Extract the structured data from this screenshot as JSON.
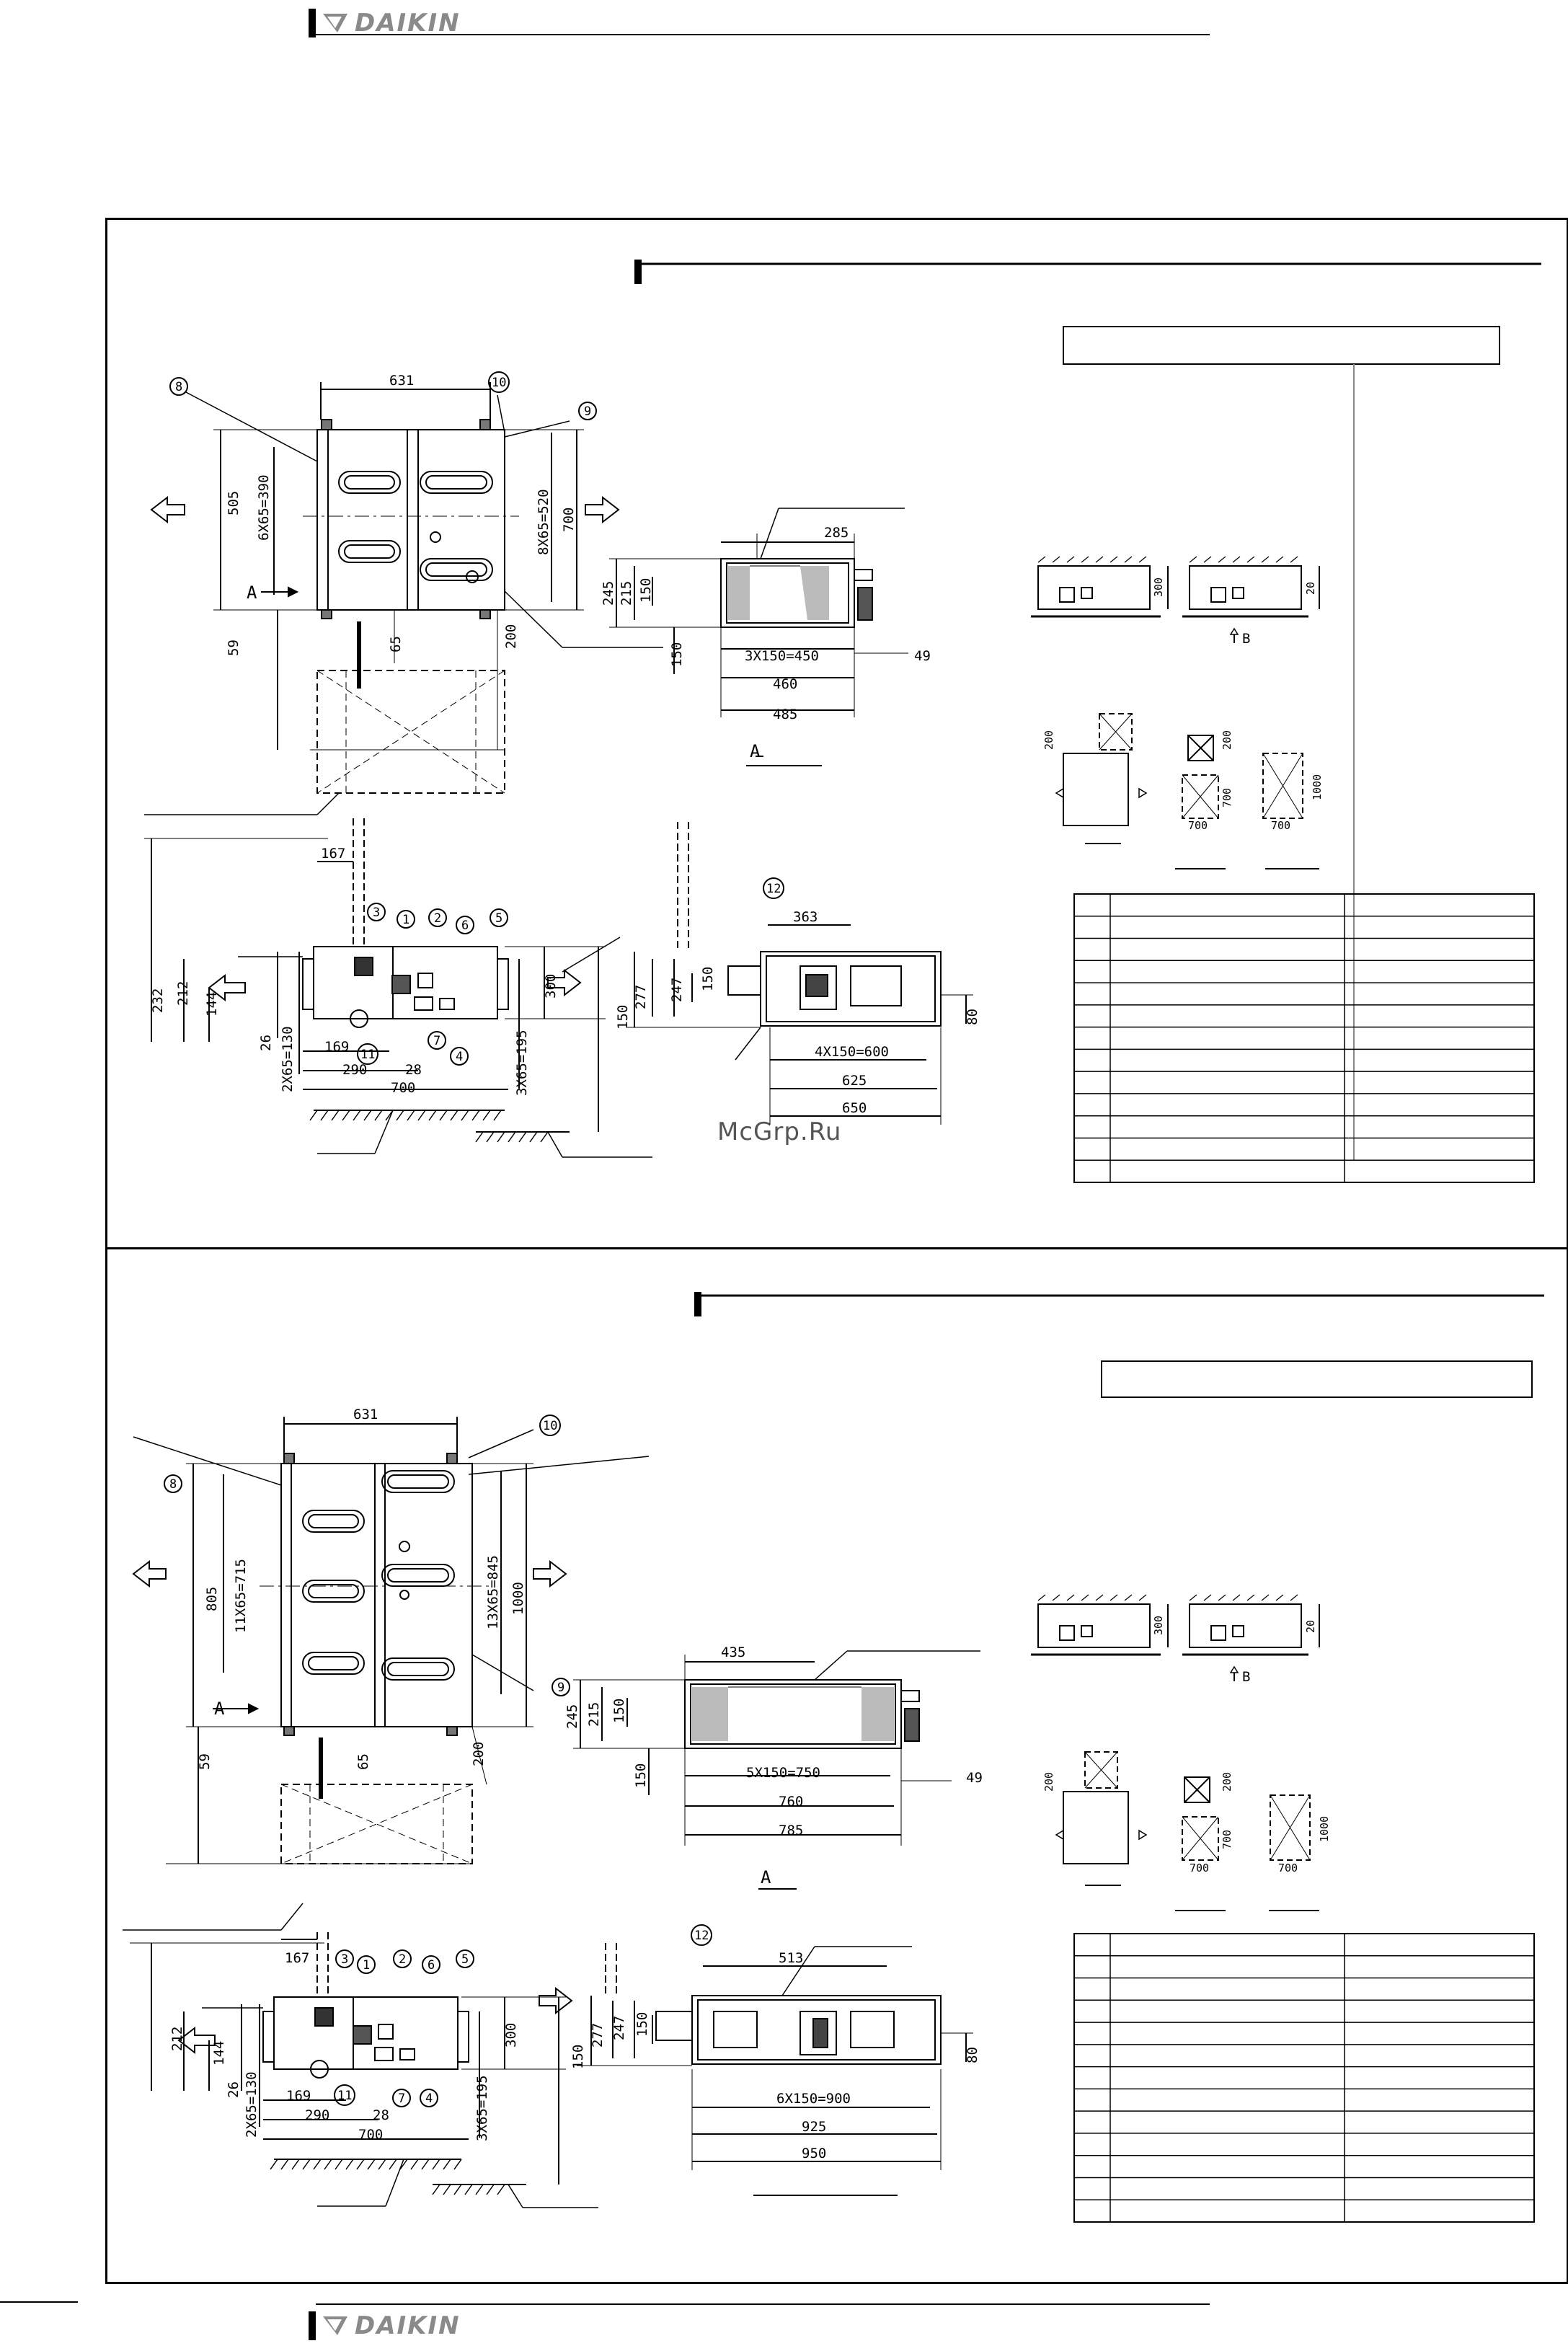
{
  "header": {
    "brand": "DAIKIN",
    "logo_icon": "daikin-logo-icon"
  },
  "footer": {
    "brand": "DAIKIN",
    "logo_icon": "daikin-logo-icon"
  },
  "watermark": "McGrp.Ru",
  "drawing_top": {
    "plan": {
      "width": "631",
      "h1": "505",
      "h1_holes": "6X65=390",
      "h2_holes": "8X65=520",
      "h2": "700",
      "d59": "59",
      "d65": "65",
      "d200": "200",
      "view": "A"
    },
    "front": {
      "d285": "285",
      "d245": "245",
      "d215": "215",
      "d150": "150",
      "d150b": "150",
      "pitch": "3X150=450",
      "d460": "460",
      "d485": "485",
      "d49": "49",
      "view": "A"
    },
    "side": {
      "d167": "167",
      "d232": "232",
      "d212": "212",
      "d144": "144",
      "d26": "26",
      "holes_l": "2X65=130",
      "d169": "169",
      "d290": "290",
      "d28": "28",
      "d700": "700",
      "holes_r": "3X65=195",
      "d300": "300"
    },
    "rear": {
      "d363": "363",
      "d277": "277",
      "d247": "247",
      "d150a": "150",
      "d150b": "150",
      "pitch": "4X150=600",
      "d625": "625",
      "d650": "650",
      "d80": "80"
    },
    "bubbles": [
      "1",
      "2",
      "3",
      "4",
      "5",
      "6",
      "7",
      "8",
      "9",
      "10",
      "11",
      "12"
    ],
    "install": {
      "d300": "300",
      "d20": "20",
      "d200": "200",
      "d700a": "700",
      "d700b": "700",
      "d700c": "700",
      "d1000": "1000",
      "view_b": "B",
      "d200b": "200"
    },
    "table_rows": 12
  },
  "drawing_bottom": {
    "plan": {
      "width": "631",
      "h1": "805",
      "h1_holes": "11X65=715",
      "h2_holes": "13X65=845",
      "h2": "1000",
      "d59": "59",
      "d65": "65",
      "d200": "200",
      "view": "A"
    },
    "front": {
      "d435": "435",
      "d245": "245",
      "d215": "215",
      "d150": "150",
      "d150b": "150",
      "pitch": "5X150=750",
      "d760": "760",
      "d785": "785",
      "d49": "49",
      "view": "A"
    },
    "side": {
      "d167": "167",
      "d212": "212",
      "d144": "144",
      "d26": "26",
      "holes_l": "2X65=130",
      "d169": "169",
      "d290": "290",
      "d28": "28",
      "d700": "700",
      "holes_r": "3X65=195",
      "d300": "300"
    },
    "rear": {
      "d513": "513",
      "d277": "277",
      "d247": "247",
      "d150a": "150",
      "d150b": "150",
      "pitch": "6X150=900",
      "d925": "925",
      "d950": "950",
      "d80": "80"
    },
    "bubbles": [
      "1",
      "2",
      "3",
      "4",
      "5",
      "6",
      "7",
      "8",
      "9",
      "10",
      "11",
      "12"
    ],
    "install": {
      "d300": "300",
      "d20": "20",
      "d200": "200",
      "d700a": "700",
      "d700b": "700",
      "d700c": "700",
      "d1000": "1000",
      "view_b": "B",
      "d200b": "200"
    },
    "table_rows": 12
  }
}
